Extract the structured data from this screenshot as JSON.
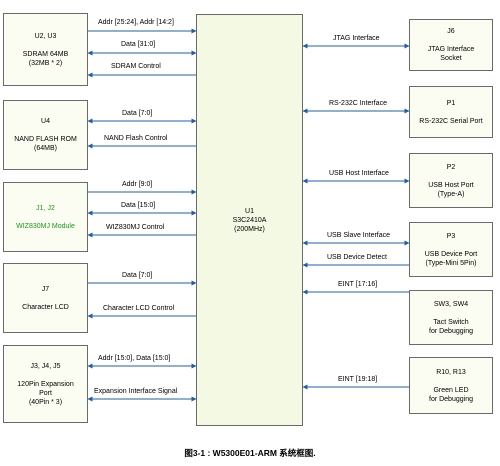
{
  "cpu": {
    "line1": "U1",
    "line2": "S3C2410A",
    "line3": "(200MHz)"
  },
  "left": {
    "sdram": {
      "line1": "U2, U3",
      "line2": "SDRAM 64MB",
      "line3": "(32MB * 2)"
    },
    "nand": {
      "line1": "U4",
      "line2": "NAND FLASH ROM",
      "line3": "(64MB)"
    },
    "wiz": {
      "line1": "J1, J2",
      "line2": "WIZ830MJ Module"
    },
    "lcd": {
      "line1": "J7",
      "line2": "Character LCD"
    },
    "exp": {
      "line1": "J3, J4, J5",
      "line2": "120Pin Expansion",
      "line3": "Port",
      "line4": "(40Pin * 3)"
    }
  },
  "right": {
    "jtag": {
      "line1": "J6",
      "line2": "JTAG Interface",
      "line3": "Socket"
    },
    "serial": {
      "line1": "P1",
      "line2": "RS-232C Serial Port"
    },
    "usbhost": {
      "line1": "P2",
      "line2": "USB Host Port",
      "line3": "(Type-A)"
    },
    "usbdev": {
      "line1": "P3",
      "line2": "USB Device Port",
      "line3": "(Type-Mini 5Pin)"
    },
    "tact": {
      "line1": "SW3, SW4",
      "line2": "Tact Switch",
      "line3": "for Debugging"
    },
    "led": {
      "line1": "R10, R13",
      "line2": "Green LED",
      "line3": "for Debugging"
    }
  },
  "signals": {
    "sdram_addr": "Addr [25:24], Addr [14:2]",
    "sdram_data": "Data [31:0]",
    "sdram_ctrl": "SDRAM Control",
    "nand_data": "Data [7:0]",
    "nand_ctrl": "NAND Flash Control",
    "wiz_addr": "Addr [9:0]",
    "wiz_data": "Data [15:0]",
    "wiz_ctrl": "WIZ830MJ Control",
    "lcd_data": "Data [7:0]",
    "lcd_ctrl": "Character LCD Control",
    "exp_bus": "Addr [15:0], Data [15:0]",
    "exp_sig": "Expansion Interface Signal",
    "jtag": "JTAG Interface",
    "rs232": "RS-232C Interface",
    "usbhost": "USB Host Interface",
    "usbslave": "USB Slave Interface",
    "usbdetect": "USB Device Detect",
    "eint1": "EINT [17:16]",
    "eint2": "EINT [19:18]"
  },
  "caption": "图3-1 : W5300E01-ARM  系统框图."
}
